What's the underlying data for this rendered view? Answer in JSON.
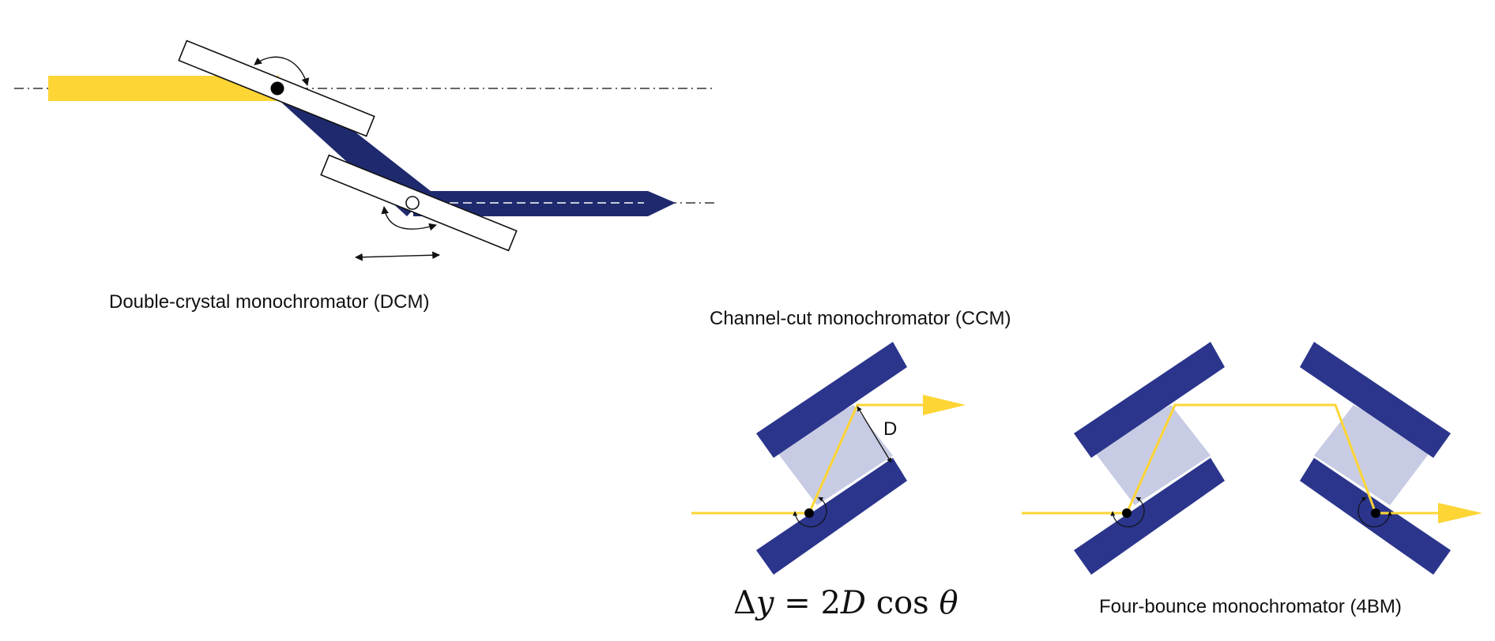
{
  "captions": {
    "dcm": "Double-crystal monochromator (DCM)",
    "ccm": "Channel-cut monochromator (CCM)",
    "fbm": "Four-bounce monochromator (4BM)"
  },
  "labels": {
    "gap": "D"
  },
  "formula": {
    "delta": "Δ",
    "y": "y",
    "equals": " = 2",
    "D": "D",
    "cos": " cos ",
    "theta": "θ"
  },
  "colors": {
    "beam_incident": "#FDD535",
    "beam_mono": "#1F2A6E",
    "crystal": "#2B358C",
    "channel_fill": "#C7CBE3",
    "crystal_outline": "#111111"
  }
}
